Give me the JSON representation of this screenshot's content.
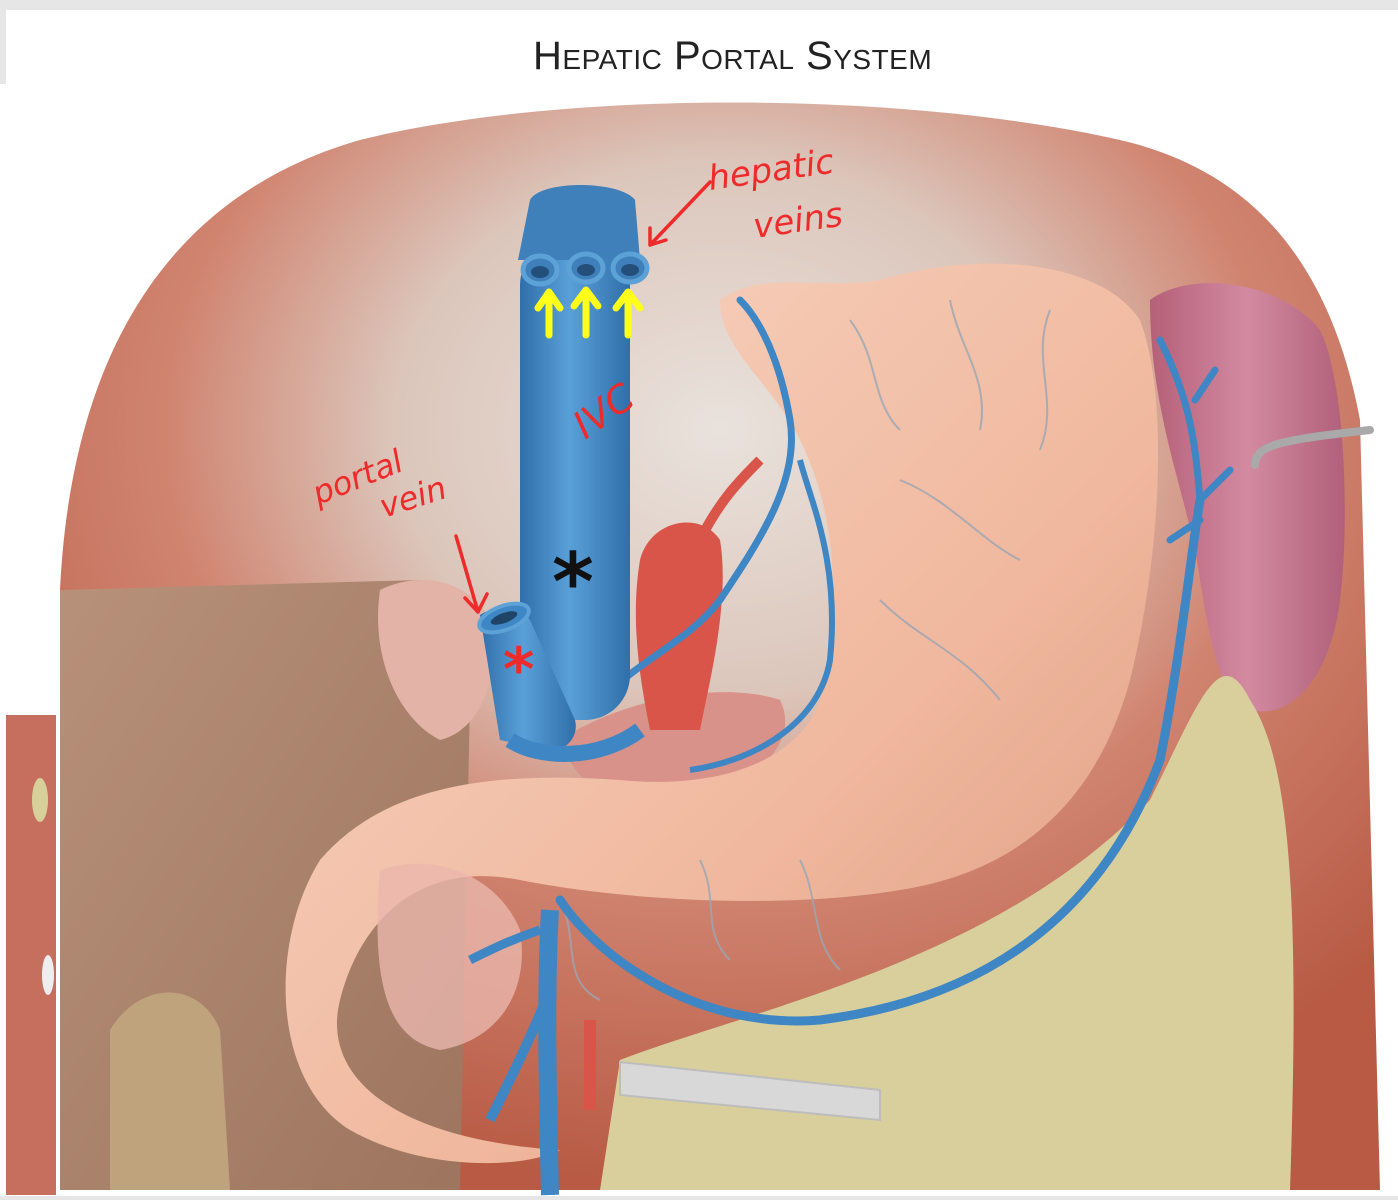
{
  "title": "Hepatic Portal System",
  "annotations": {
    "hepatic_veins_line1": "hepatic",
    "hepatic_veins_line2": "veins",
    "ivc": "IVC",
    "portal_vein_line1": "portal",
    "portal_vein_line2": "vein",
    "black_marker": "*",
    "red_marker": "*"
  },
  "colors": {
    "annotation_red": "#ee2a2a",
    "arrow_yellow": "#ffff1a",
    "vein_blue": "#3f86c4",
    "diaphragm_muscle": "#c96a55",
    "stomach": "#f2c0a8",
    "spleen": "#c97a92",
    "omentum": "#d9cf9c"
  }
}
